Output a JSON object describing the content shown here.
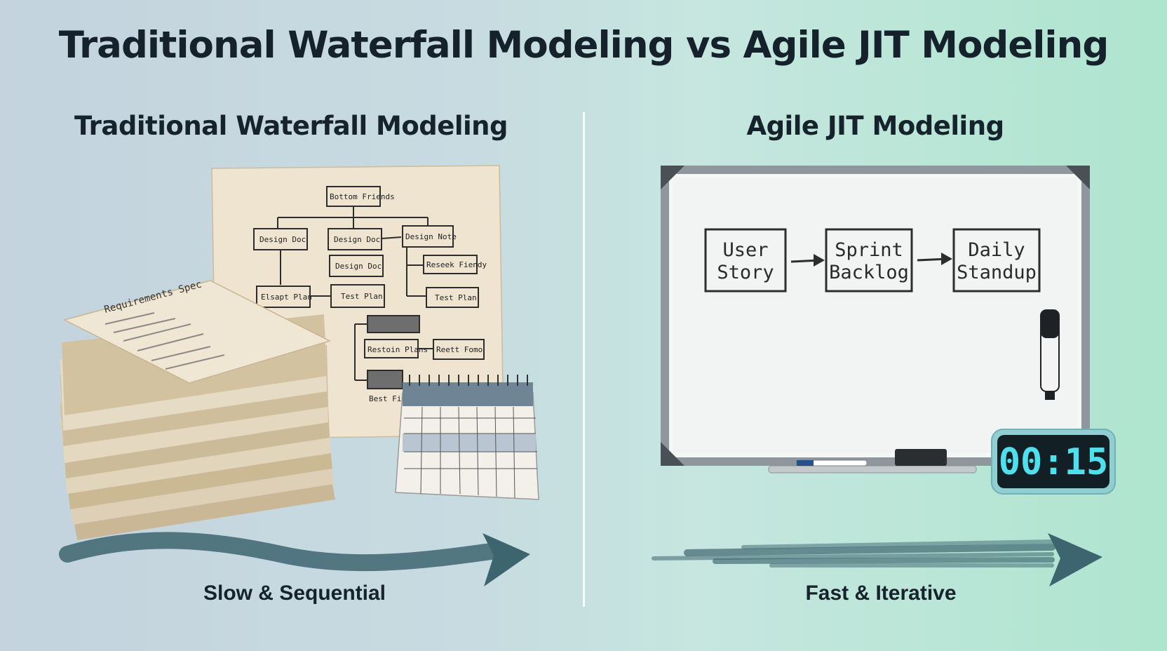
{
  "title": "Traditional Waterfall Modeling vs Agile JIT Modeling",
  "left": {
    "heading": "Traditional Waterfall Modeling",
    "caption": "Slow & Sequential",
    "stack_label": "Requirements Spec",
    "chart_boxes": [
      "Design Doc",
      "Design Doc",
      "Design Doc",
      "Test Plan",
      "Test Plan"
    ]
  },
  "right": {
    "heading": "Agile JIT Modeling",
    "caption": "Fast & Iterative",
    "cards": [
      {
        "line1": "User",
        "line2": "Story"
      },
      {
        "line1": "Sprint",
        "line2": "Backlog"
      },
      {
        "line1": "Daily",
        "line2": "Standup"
      }
    ],
    "timer": "00:15"
  },
  "colors": {
    "arrow": "#3d6570",
    "board_frame": "#8f979c",
    "timer_digits": "#4fe0ee"
  }
}
